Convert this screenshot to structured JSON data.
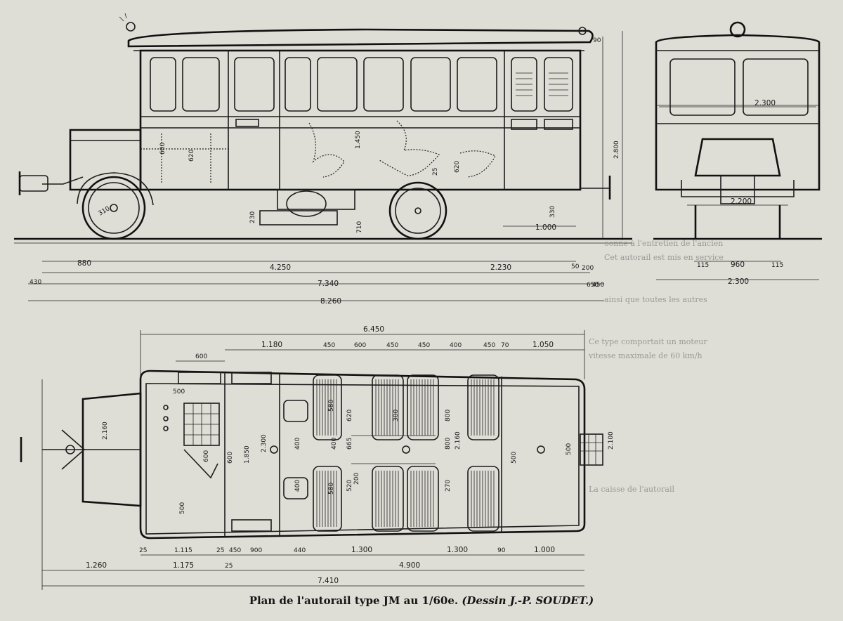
{
  "caption": {
    "main": "Plan de l'autorail type JM au 1/60e.",
    "credit": "(Dessin J.-P. SOUDET.)"
  },
  "side_view": {
    "dims_bottom": [
      "880",
      "4.250",
      "2.230",
      "50",
      "200",
      "450",
      "7.340",
      "8.260",
      "430"
    ],
    "dims_side": [
      "2.800",
      "1.450",
      "600",
      "620",
      "310",
      "1.000",
      "330",
      "710",
      "230",
      "620",
      "25",
      "650",
      "90"
    ]
  },
  "end_view": {
    "dims": [
      "2.300",
      "2.200",
      "115",
      "960",
      "115",
      "2.300"
    ]
  },
  "plan_view": {
    "dims_top": [
      "6.450",
      "1.180",
      "450",
      "600",
      "450",
      "400",
      "450",
      "70",
      "1.050",
      "600",
      "450"
    ],
    "dims_bottom": [
      "1.115",
      "25",
      "450",
      "900",
      "440",
      "1.300",
      "1.300",
      "90",
      "1.000",
      "1.260",
      "1.175",
      "25",
      "4.900",
      "7.410",
      "25"
    ],
    "dims_inner": [
      "2.160",
      "1.850",
      "2.300",
      "600",
      "500",
      "580",
      "400",
      "400",
      "665",
      "620",
      "800",
      "2.160",
      "500",
      "270",
      "200",
      "520",
      "580",
      "600",
      "400",
      "500",
      "800",
      "2.100",
      "500",
      "300"
    ]
  },
  "ghost_text": [
    "oonne à l'entretien de l'ancien",
    "Cet autorail est mis en service",
    "Ce type comportait un moteur",
    "vitesse maximale de 60 km/h",
    "ainsi que toutes les autres",
    "La caisse de l'autorail"
  ]
}
